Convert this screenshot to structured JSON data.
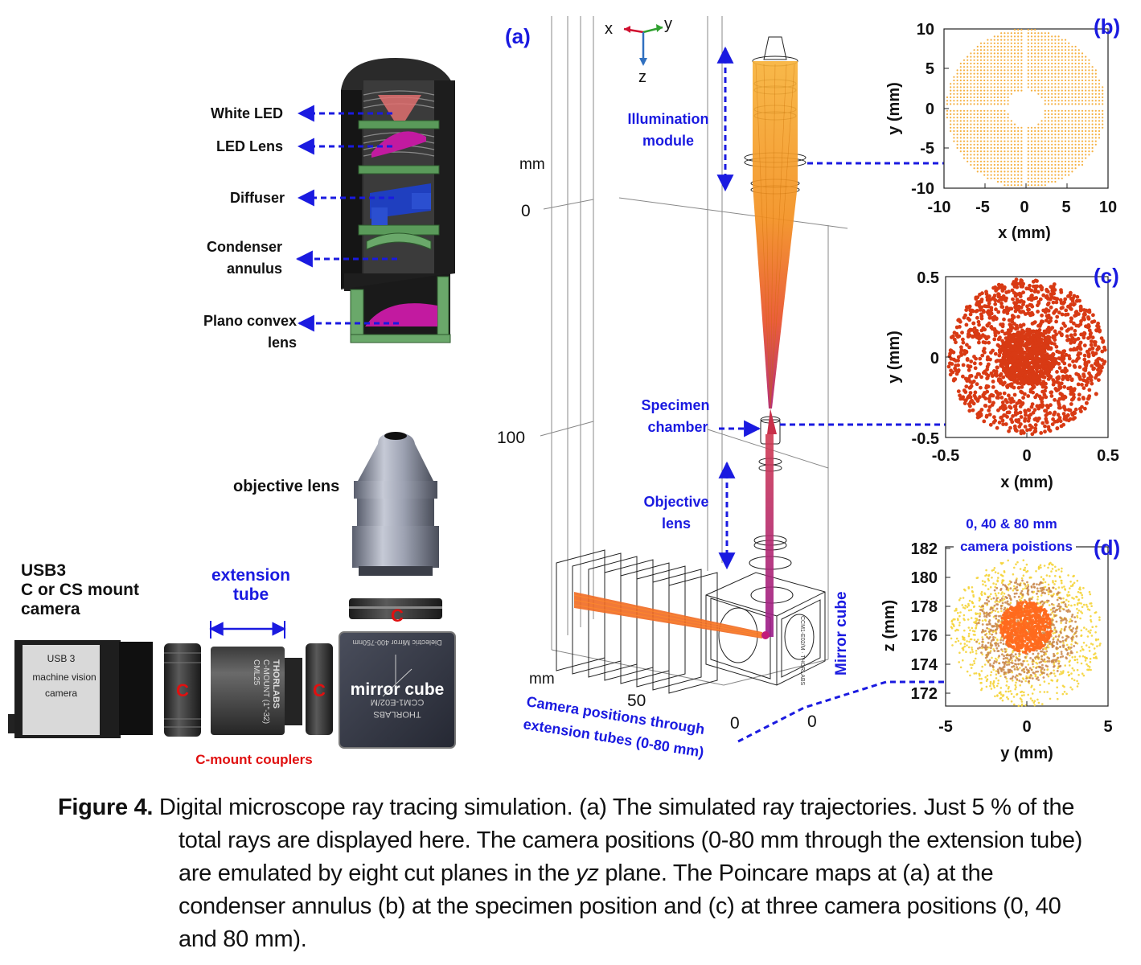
{
  "labels": {
    "white_led": "White LED",
    "led_lens": "LED Lens",
    "diffuser": "Diffuser",
    "condenser_1": "Condenser",
    "condenser_2": "annulus",
    "plano_1": "Plano convex",
    "plano_2": "lens",
    "objective_lens": "objective lens",
    "usb3_1": "USB3",
    "usb3_2": "C or CS mount",
    "usb3_3": "camera",
    "camera_body_1": "USB 3",
    "camera_body_2": "machine vision",
    "camera_body_3": "camera",
    "extension_1": "extension",
    "extension_2": "tube",
    "tube_brand": "THORLABS",
    "tube_text": "C-MOUNT (1\"-32)",
    "tube_part": "CML25",
    "c_letter": "C",
    "couplers": "C-mount couplers",
    "mirror_cube": "mirror cube",
    "cube_top_text": "Dielectric Mirror 400-750nm",
    "cube_brand": "THORLABS",
    "cube_part": "CCM1-E02/M"
  },
  "panel_a": {
    "tag": "(a)",
    "axis_x": "x",
    "axis_y": "y",
    "axis_z": "z",
    "mm_top": "mm",
    "tick_0": "0",
    "tick_100": "100",
    "illumination_1": "Illumination",
    "illumination_2": "module",
    "specimen_1": "Specimen",
    "specimen_2": "chamber",
    "objective_1": "Objective",
    "objective_2": "lens",
    "mirror_cube": "Mirror cube",
    "mm_bottom": "mm",
    "tick_50": "50",
    "tick_0b": "0",
    "tick_0c": "0",
    "camera_pos_1": "Camera positions through",
    "camera_pos_2": "extension tubes (0-80 mm)"
  },
  "panel_b": {
    "tag": "(b)",
    "xlabel": "x (mm)",
    "ylabel": "y (mm)",
    "xticks": [
      "-10",
      "-5",
      "0",
      "5",
      "10"
    ],
    "yticks": [
      "10",
      "5",
      "0",
      "-5",
      "-10"
    ],
    "color": "#f5b041"
  },
  "panel_c": {
    "tag": "(c)",
    "xlabel": "x (mm)",
    "ylabel": "y (mm)",
    "xticks": [
      "-0.5",
      "0",
      "0.5"
    ],
    "yticks": [
      "0.5",
      "0",
      "-0.5"
    ],
    "color": "#d83a14"
  },
  "panel_d": {
    "tag": "(d)",
    "xlabel": "y (mm)",
    "ylabel": "z (mm)",
    "xticks": [
      "-5",
      "0",
      "5"
    ],
    "yticks": [
      "182",
      "180",
      "178",
      "176",
      "174",
      "172"
    ],
    "legend_1": "0, 40 & 80 mm",
    "legend_2": "camera poistions"
  },
  "caption": {
    "fig_label": "Figure 4.",
    "part1": " Digital microscope ray tracing simulation. (a) The simulated ray trajectories. Just 5 % of the",
    "line2": "total rays are displayed here. The camera positions (0-80 mm through the extension tube)",
    "line3_a": "are emulated by eight cut planes in the ",
    "line3_em": "yz",
    "line3_b": " plane. The Poincare maps at (a) at the",
    "line4": "condenser annulus (b) at the specimen position and (c) at three camera positions (0, 40",
    "line5": "and 80 mm)."
  }
}
